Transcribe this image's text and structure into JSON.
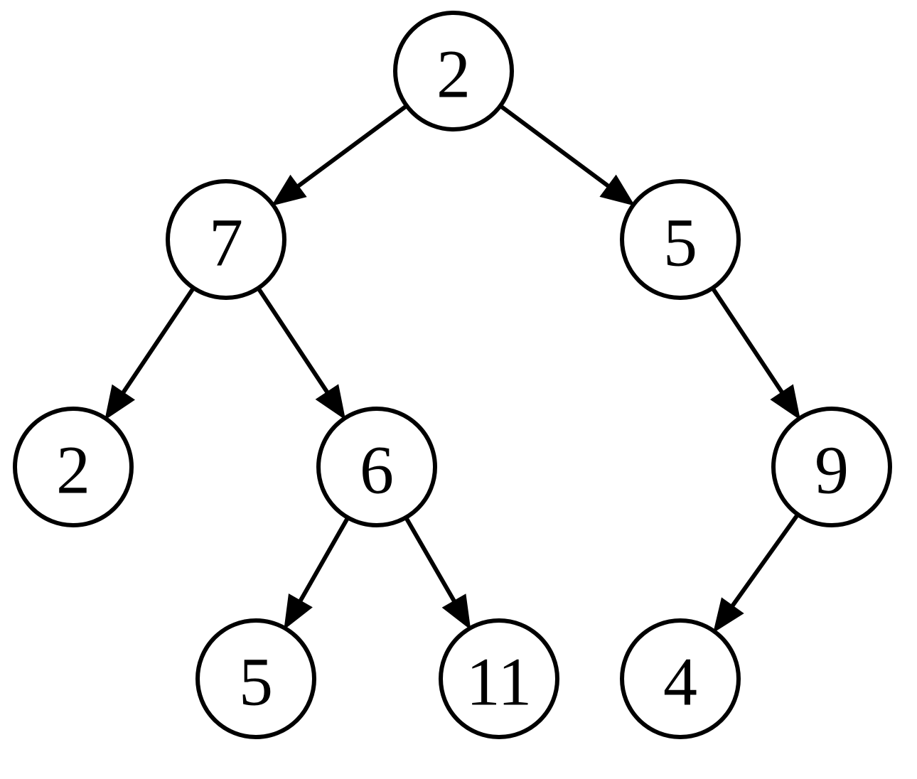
{
  "tree": {
    "nodes": [
      {
        "id": "n_root",
        "label": "2"
      },
      {
        "id": "n_l",
        "label": "7"
      },
      {
        "id": "n_r",
        "label": "5"
      },
      {
        "id": "n_ll",
        "label": "2"
      },
      {
        "id": "n_lr",
        "label": "6"
      },
      {
        "id": "n_rr",
        "label": "9"
      },
      {
        "id": "n_lrl",
        "label": "5"
      },
      {
        "id": "n_lrr",
        "label": "11"
      },
      {
        "id": "n_rrl",
        "label": "4"
      }
    ],
    "edges": [
      {
        "from": "n_root",
        "to": "n_l"
      },
      {
        "from": "n_root",
        "to": "n_r"
      },
      {
        "from": "n_l",
        "to": "n_ll"
      },
      {
        "from": "n_l",
        "to": "n_lr"
      },
      {
        "from": "n_r",
        "to": "n_rr"
      },
      {
        "from": "n_lr",
        "to": "n_lrl"
      },
      {
        "from": "n_lr",
        "to": "n_lrr"
      },
      {
        "from": "n_rr",
        "to": "n_rrl"
      }
    ]
  }
}
